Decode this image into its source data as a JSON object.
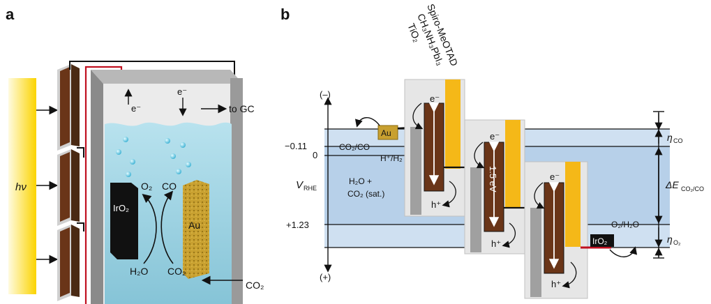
{
  "panel_a": {
    "label": "a",
    "light": "hν",
    "electron_left": "e⁻",
    "electron_right": "e⁻",
    "to_gc": "to GC",
    "anode_label": "IrO₂",
    "cathode_label": "Au",
    "o2": "O₂",
    "co": "CO",
    "h2o": "H₂O",
    "co2_in_cell": "CO₂",
    "co2_inlet": "CO₂"
  },
  "panel_b": {
    "label": "b",
    "layer_spiro": "Spiro-MeOTAD",
    "layer_perovskite": "CH₃NH₃PbI₃",
    "layer_tio2": "TiO₂",
    "minus": "(–)",
    "plus": "(+)",
    "v_rhe": "V",
    "v_rhe_sub": "RHE",
    "tick_m011": "−0.11",
    "tick_0": "0",
    "tick_123": "+1.23",
    "co2_co": "CO₂/CO",
    "h_h2": "H⁺/H₂",
    "electrolyte_1": "H₂O +",
    "electrolyte_2": "CO₂ (sat.)",
    "o2_h2o": "O₂/H₂O",
    "au": "Au",
    "iro2": "IrO₂",
    "e1": "e⁻",
    "e2": "e⁻",
    "e3": "e⁻",
    "h1": "h⁺",
    "h2": "h⁺",
    "h3": "h⁺",
    "gap": "1.5 eV",
    "eta_co": "η",
    "eta_co_sub": "CO",
    "delta_e": "ΔE",
    "delta_e_sub": "CO₂/CO",
    "eta_o2": "η",
    "eta_o2_sub": "O₂"
  },
  "colors": {
    "electrolyte": "#9fd3e3",
    "cell_gray": "#8a8a8a",
    "au_gold": "#c49a2a",
    "irO2_black": "#111111",
    "perovskite_brown": "#6a3518",
    "spiro_yellow": "#f5b818",
    "tio2_gray": "#a0a0a0",
    "band_blue": "#cfe0f1",
    "wire_red": "#c01020"
  }
}
